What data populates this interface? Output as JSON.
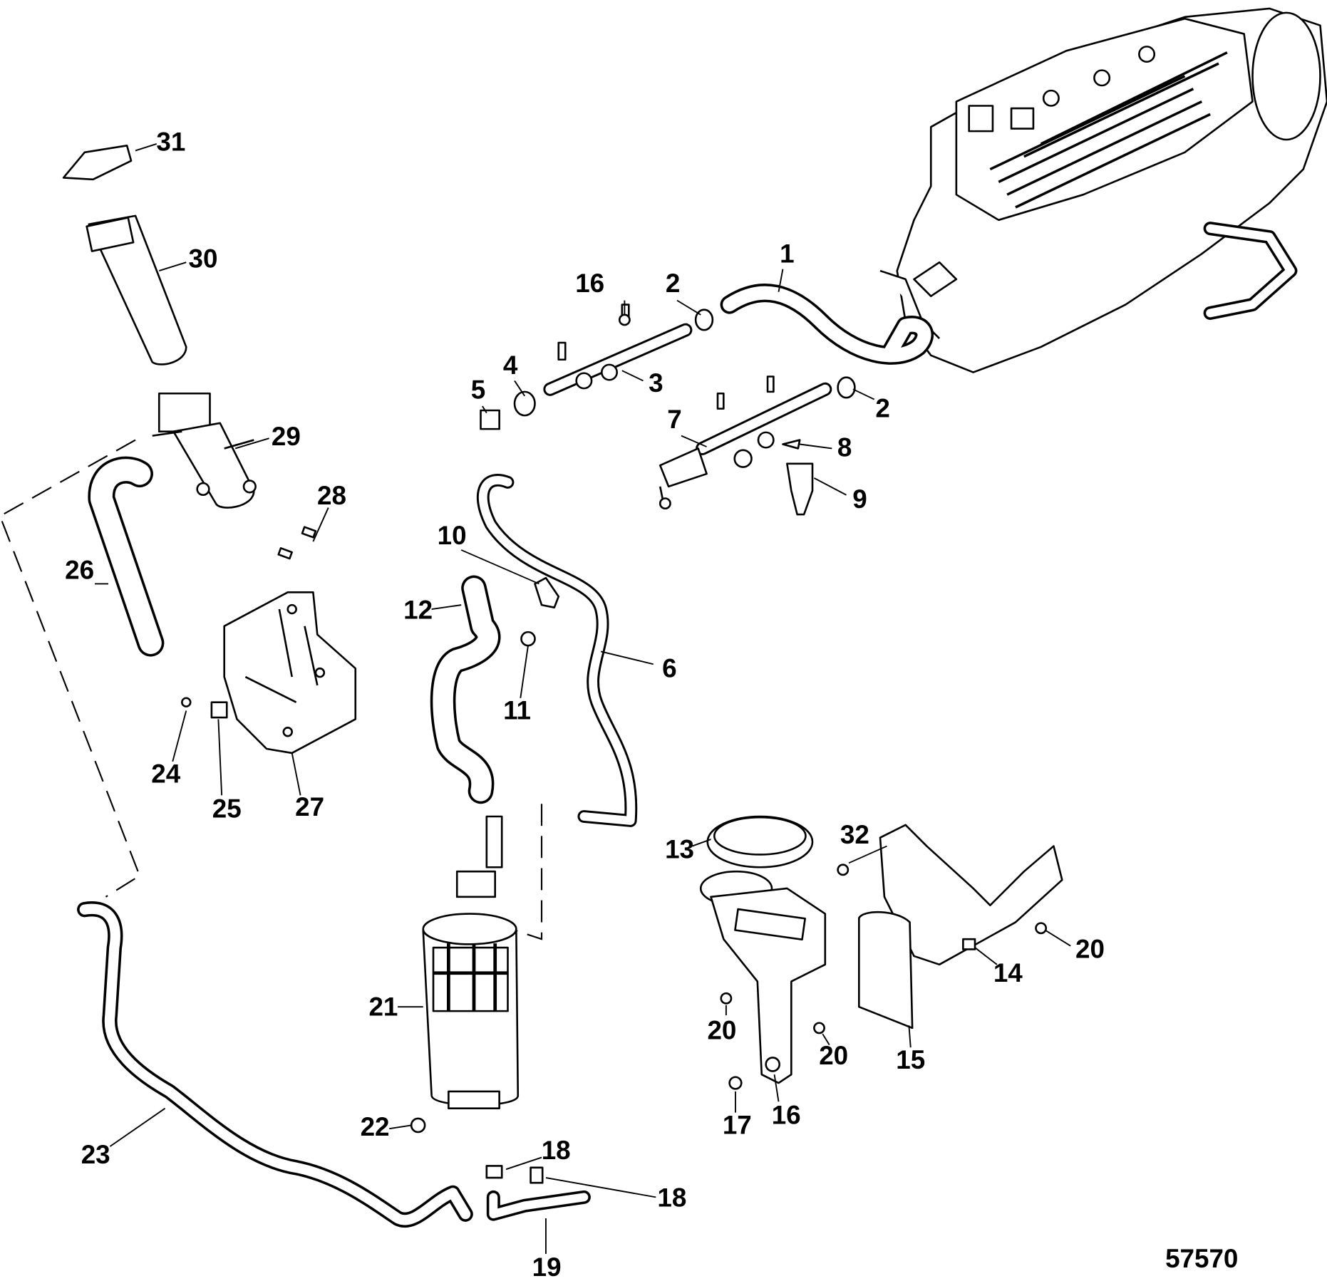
{
  "diagram_id": "57570",
  "callouts": [
    "31",
    "30",
    "29",
    "28",
    "26",
    "24",
    "25",
    "27",
    "16",
    "2",
    "1",
    "3",
    "4",
    "5",
    "2",
    "7",
    "8",
    "9",
    "10",
    "12",
    "11",
    "6",
    "13",
    "32",
    "20",
    "14",
    "21",
    "20",
    "20",
    "15",
    "17",
    "16",
    "22",
    "18",
    "23",
    "18",
    "19"
  ]
}
